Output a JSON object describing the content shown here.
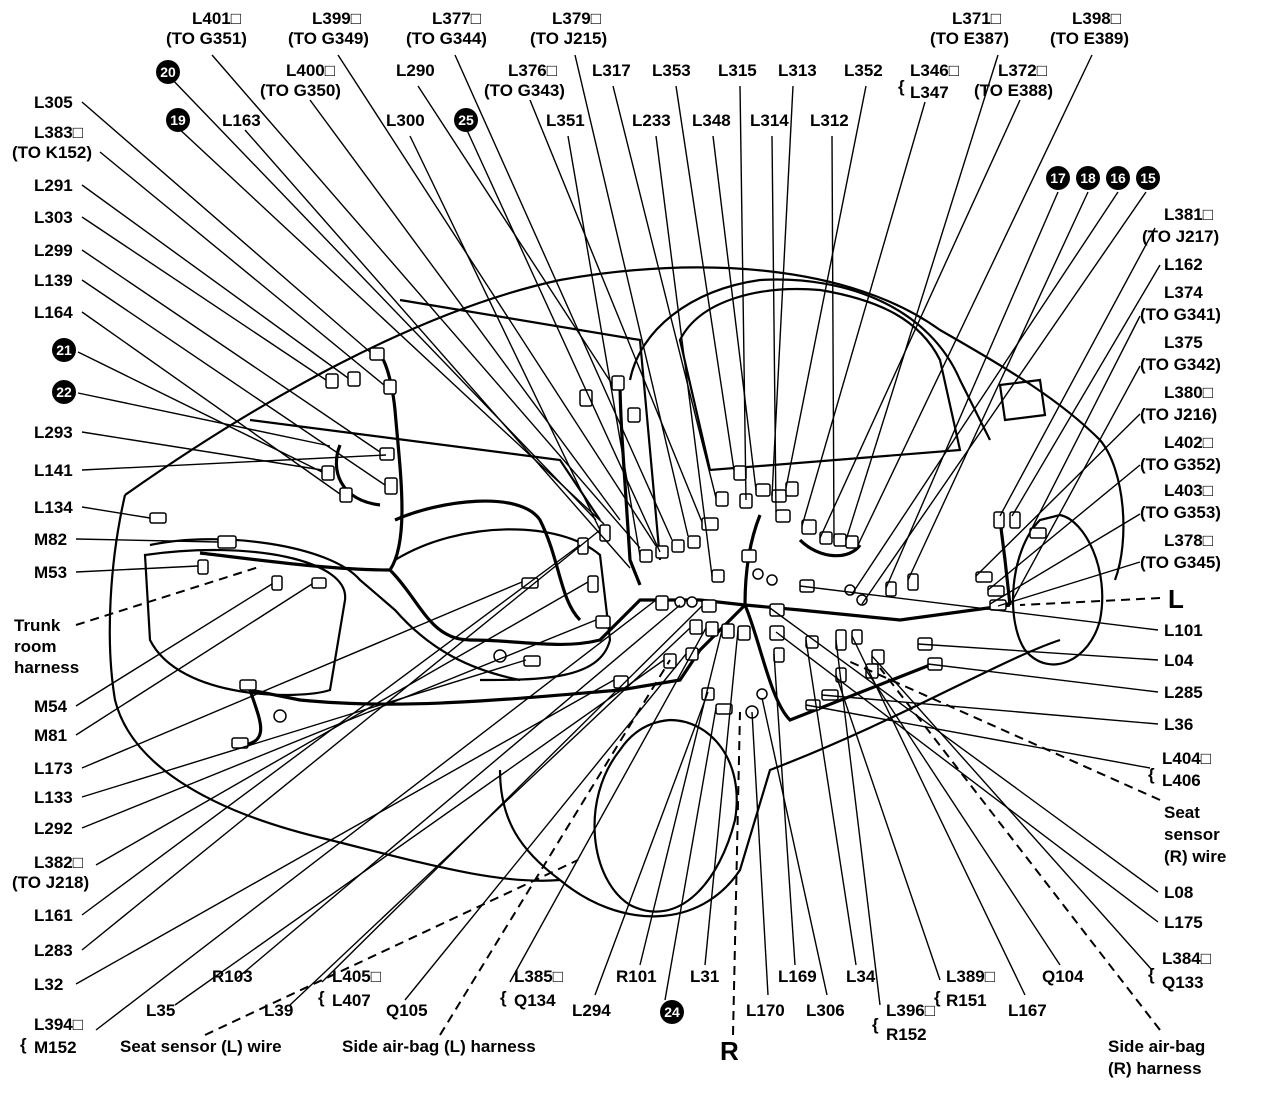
{
  "labels": {
    "L401": "L401□",
    "TO_G351": "(TO G351)",
    "L399": "L399□",
    "TO_G349": "(TO G349)",
    "L377": "L377□",
    "TO_G344": "(TO G344)",
    "L379": "L379□",
    "TO_J215": "(TO J215)",
    "L371": "L371□",
    "TO_E387": "(TO E387)",
    "L398": "L398□",
    "TO_E389": "(TO E389)",
    "L400": "L400□",
    "TO_G350": "(TO G350)",
    "L290": "L290",
    "L376": "L376□",
    "TO_G343": "(TO G343)",
    "L317": "L317",
    "L353": "L353",
    "L315": "L315",
    "L313": "L313",
    "L352": "L352",
    "L346": "L346□",
    "L347": "L347",
    "L372": "L372□",
    "TO_E388": "(TO E388)",
    "L305": "L305",
    "L163": "L163",
    "L300": "L300",
    "L351": "L351",
    "L233": "L233",
    "L348": "L348",
    "L314": "L314",
    "L312": "L312",
    "L383": "L383□",
    "TO_K152": "(TO K152)",
    "L291": "L291",
    "L303": "L303",
    "L299": "L299",
    "L139": "L139",
    "L164": "L164",
    "L293": "L293",
    "L141": "L141",
    "L134": "L134",
    "M82": "M82",
    "M53": "M53",
    "trunk_line1": "Trunk",
    "trunk_line2": "room",
    "trunk_line3": "harness",
    "M54": "M54",
    "M81": "M81",
    "L173": "L173",
    "L133": "L133",
    "L292": "L292",
    "L382": "L382□",
    "TO_J218": "(TO J218)",
    "L161": "L161",
    "L283": "L283",
    "L32": "L32",
    "L394": "L394□",
    "M152": "M152",
    "L35": "L35",
    "R103": "R103",
    "L39": "L39",
    "L405": "L405□",
    "L407": "L407",
    "Q105": "Q105",
    "L385": "L385□",
    "Q134": "Q134",
    "L294": "L294",
    "R101": "R101",
    "L31": "L31",
    "L170": "L170",
    "L169": "L169",
    "L306": "L306",
    "L34": "L34",
    "L396": "L396□",
    "R152": "R152",
    "L389": "L389□",
    "R151": "R151",
    "L167": "L167",
    "Q104": "Q104",
    "L384": "L384□",
    "Q133": "Q133",
    "L381": "L381□",
    "TO_J217": "(TO J217)",
    "L162": "L162",
    "L374": "L374",
    "TO_G341": "(TO G341)",
    "L375": "L375",
    "TO_G342": "(TO G342)",
    "L380": "L380□",
    "TO_J216": "(TO J216)",
    "L402": "L402□",
    "TO_G352": "(TO G352)",
    "L403": "L403□",
    "TO_G353": "(TO G353)",
    "L378": "L378□",
    "TO_G345": "(TO G345)",
    "L": "L",
    "L101": "L101",
    "L04": "L04",
    "L285": "L285",
    "L36": "L36",
    "L404": "L404□",
    "L406": "L406",
    "seat_r_1": "Seat",
    "seat_r_2": "sensor",
    "seat_r_3": "(R) wire",
    "L08": "L08",
    "L175": "L175",
    "seat_l": "Seat sensor (L) wire",
    "airbag_l": "Side air-bag (L) harness",
    "R": "R",
    "airbag_r_1": "Side air-bag",
    "airbag_r_2": "(R) harness"
  },
  "badges": [
    "20",
    "19",
    "25",
    "21",
    "22",
    "17",
    "18",
    "16",
    "15",
    "24"
  ]
}
